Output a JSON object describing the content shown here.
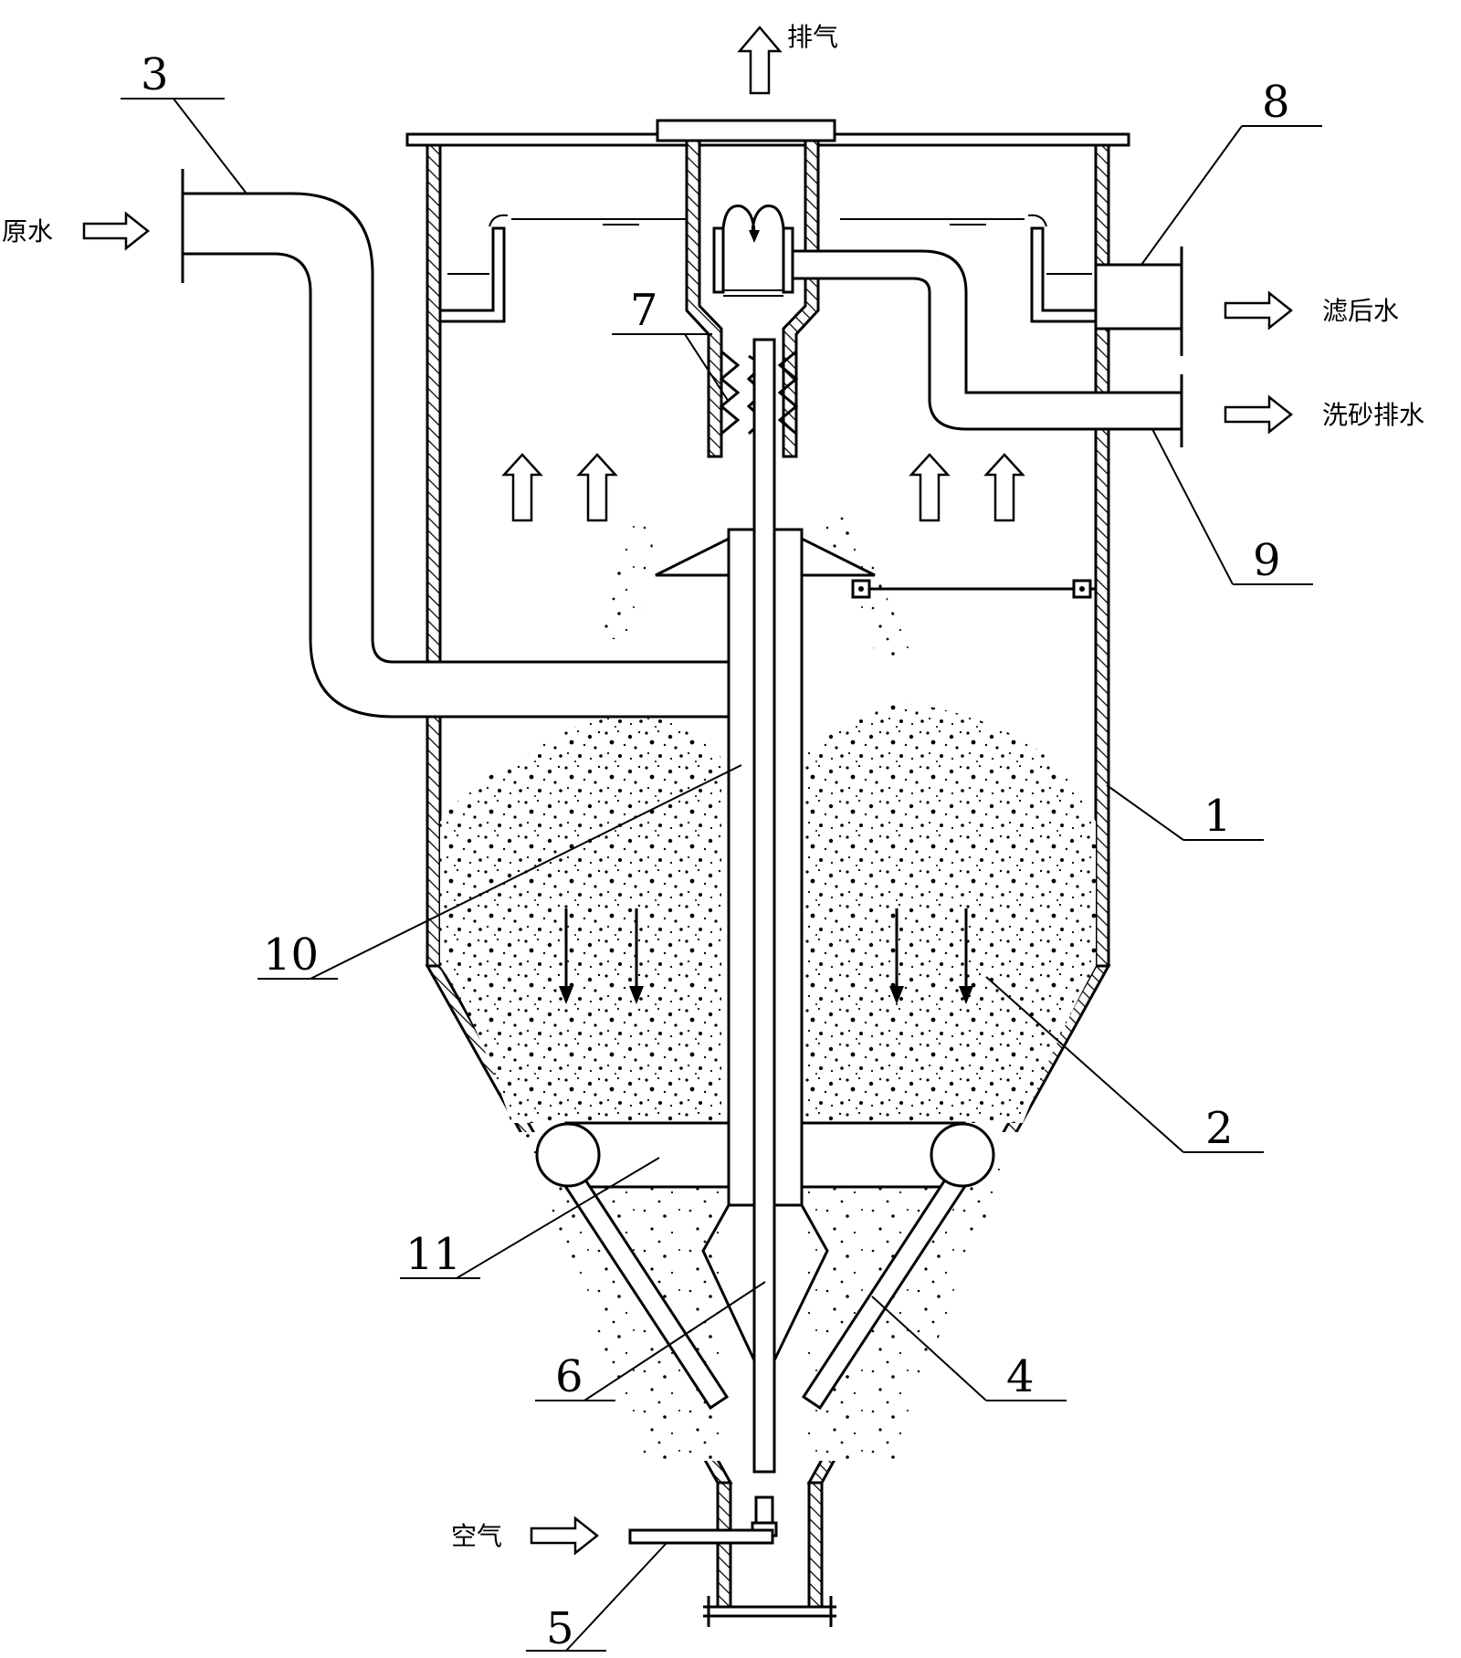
{
  "diagram": {
    "flows": {
      "raw_water": "原水",
      "exhaust": "排气",
      "filtered_water": "滤后水",
      "sand_wash_drain": "洗砂排水",
      "air": "空气"
    },
    "part_labels": {
      "housing": "1",
      "sand_bed": "2",
      "inlet_pipe": "3",
      "distributor_arm": "4",
      "air_inlet": "5",
      "air_lift_pipe": "6",
      "sand_washer": "7",
      "filtered_outlet": "8",
      "wash_outlet": "9",
      "center_pipe": "10",
      "distribution_ring": "11"
    }
  }
}
